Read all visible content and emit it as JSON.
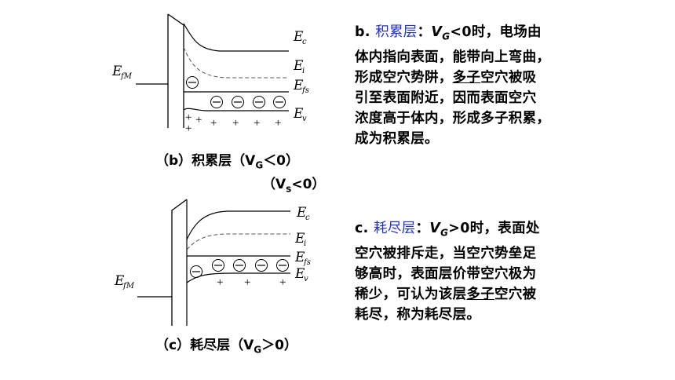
{
  "diagram_b": {
    "labels": {
      "ec": {
        "main": "E",
        "sub": "c"
      },
      "ei": {
        "main": "E",
        "sub": "i"
      },
      "efs": {
        "main": "E",
        "sub": "fs"
      },
      "ev": {
        "main": "E",
        "sub": "v"
      },
      "efm": {
        "main": "E",
        "sub": "fM"
      }
    },
    "caption_prefix": "（b）积累层（V",
    "caption_sub": "G",
    "caption_suffix": "＜0）",
    "caption2_prefix": "（V",
    "caption2_sub": "s",
    "caption2_suffix": "<0）"
  },
  "diagram_c": {
    "labels": {
      "ec": {
        "main": "E",
        "sub": "c"
      },
      "ei": {
        "main": "E",
        "sub": "i"
      },
      "efs": {
        "main": "E",
        "sub": "fs"
      },
      "ev": {
        "main": "E",
        "sub": "v"
      },
      "efm": {
        "main": "E",
        "sub": "fM"
      }
    },
    "caption_prefix": "（c）耗尽层（V",
    "caption_sub": "G",
    "caption_suffix": "＞0）"
  },
  "text_b": {
    "marker": "b.",
    "term": "积累层",
    "colon": "：",
    "vg_main": "V",
    "vg_sub": "G",
    "line1_rest": "<0时，电场由",
    "line2": "体内指向表面，能带向上弯曲，",
    "line3_pre": "形成空穴势阱，",
    "line3_ul": "多子",
    "line3_post": "空穴被吸",
    "line4": "引至表面附近，因而表面空穴",
    "line5": "浓度高于体内，形成多子积累，",
    "line6": "成为积累层。"
  },
  "text_c": {
    "marker": "c.",
    "term": "耗尽层",
    "colon": "：",
    "vg_main": "V",
    "vg_sub": "G",
    "line1_rest": ">0时，表面处",
    "line2": "空穴被排斥走，当空穴势垒足",
    "line3": "够高时，表面层价带空穴极为",
    "line4_pre": "稀少，可认为该层",
    "line4_ul": "多子",
    "line4_post": "空穴被",
    "line5": "耗尽，称为耗尽层。"
  },
  "symbols": {
    "minus": "−",
    "plus": "+"
  },
  "colors": {
    "term": "#1f2fd6",
    "line": "#000000",
    "dashed": "#555555"
  }
}
